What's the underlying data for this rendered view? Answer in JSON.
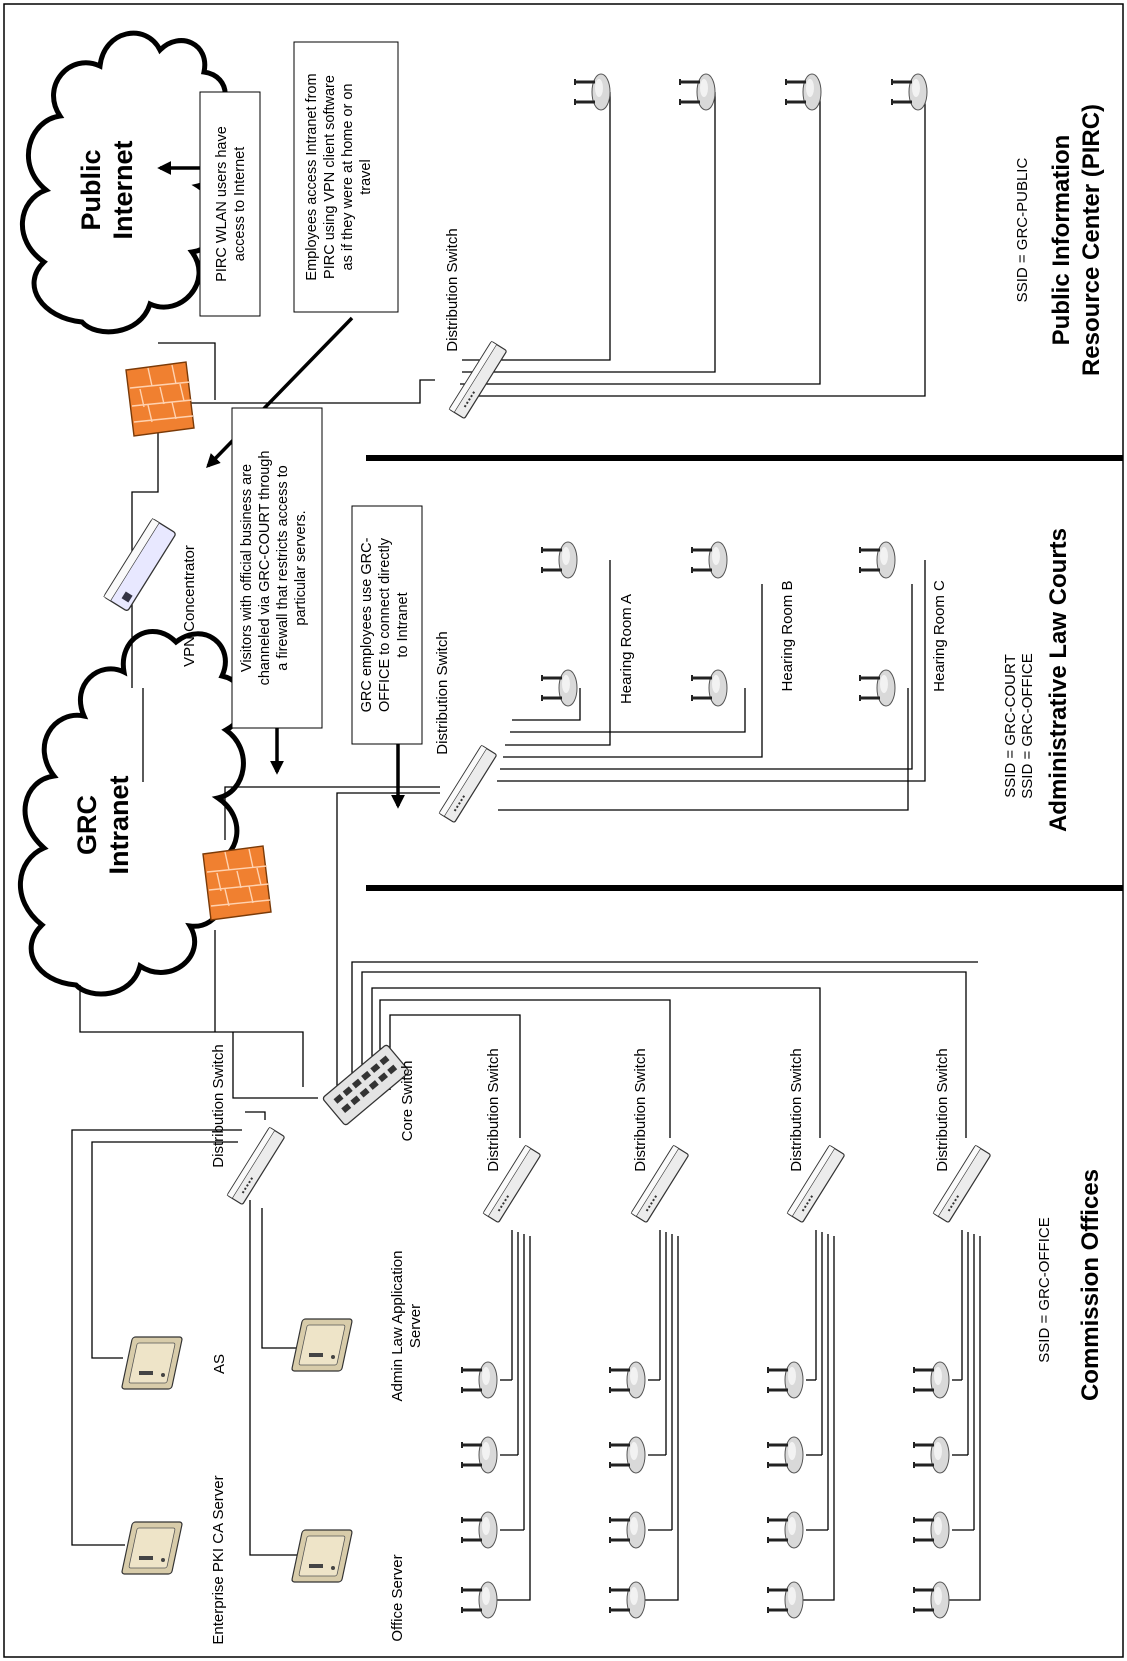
{
  "clouds": {
    "internet": [
      "Public",
      "Internet"
    ],
    "intranet": [
      "GRC",
      "Intranet"
    ]
  },
  "notes": {
    "pirc_wlan": [
      "PIRC WLAN users have",
      "access to Internet"
    ],
    "vpn_access": [
      "Employees access Intranet from",
      "PIRC using VPN client software",
      "as if they were at home or on",
      "travel"
    ],
    "visitors": [
      "Visitors with official business are",
      "channeled via GRC-COURT through",
      "a firewall that restricts access to",
      "particular servers."
    ],
    "employees": [
      "GRC employees use GRC-",
      "OFFICE to connect directly",
      "to Intranet"
    ]
  },
  "labels": {
    "vpn_concentrator": "VPN Concentrator",
    "distribution_switch": "Distribution Switch",
    "core_switch": "Core Switch",
    "hearing_a": "Hearing Room A",
    "hearing_b": "Hearing Room B",
    "hearing_c": "Hearing Room C",
    "pki_server": "Enterprise PKI CA Server",
    "as_server": "AS",
    "office_server": "Office Server",
    "admin_law_server": [
      "Admin Law Application",
      "Server"
    ]
  },
  "ssid": {
    "pirc": "SSID = GRC-PUBLIC",
    "courts": [
      "SSID = GRC-COURT",
      "SSID = GRC-OFFICE"
    ],
    "offices": "SSID = GRC-OFFICE"
  },
  "sections": {
    "pirc": [
      "Public Information",
      "Resource Center (PIRC)"
    ],
    "courts": "Administrative Law Courts",
    "offices": "Commission Offices"
  },
  "colors": {
    "firewall": "#f08030",
    "device": "#e8e8e8",
    "server": "#d8ccaa"
  }
}
